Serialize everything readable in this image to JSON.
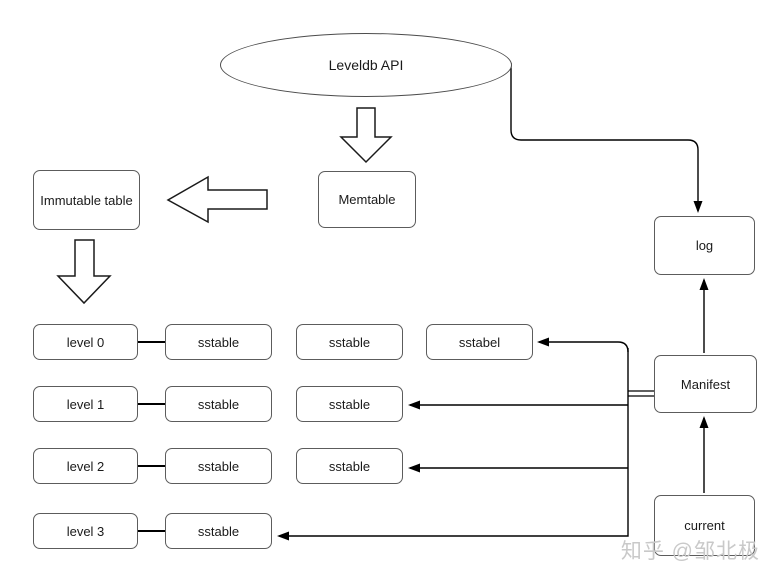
{
  "nodes": {
    "api_label": "Leveldb API",
    "memtable_label": "Memtable",
    "immutable_label": "Immutable table",
    "log_label": "log",
    "manifest_label": "Manifest",
    "current_label": "current"
  },
  "levels": [
    {
      "label": "level 0",
      "sstables": [
        "sstable",
        "sstable",
        "sstabel"
      ]
    },
    {
      "label": "level 1",
      "sstables": [
        "sstable",
        "sstable"
      ]
    },
    {
      "label": "level 2",
      "sstables": [
        "sstable",
        "sstable"
      ]
    },
    {
      "label": "level 3",
      "sstables": [
        "sstable"
      ]
    }
  ],
  "watermark": "知乎 @邹北极",
  "colors": {
    "box_border": "#5c5c5c",
    "line": "#000000",
    "text": "#1a1a1a",
    "watermark": "#c9c9c9",
    "background": "#ffffff"
  }
}
